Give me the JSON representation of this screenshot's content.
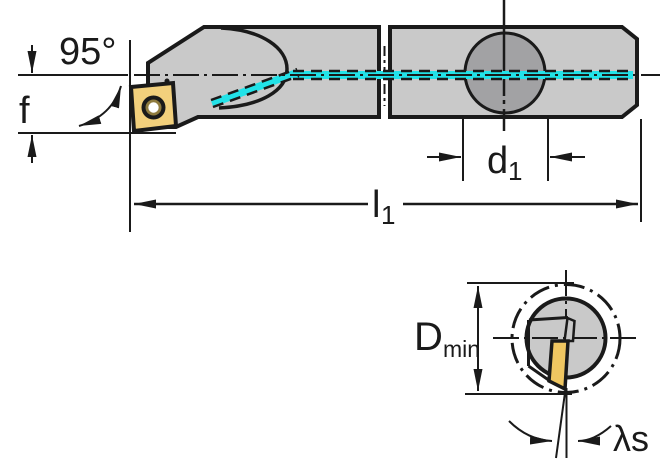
{
  "colors": {
    "line": "#1a1a1a",
    "body": "#c9c9c9",
    "cross_section": "#a2a2a4",
    "insert_side": "#f2d07c",
    "insert_end": "#efc661",
    "insert_hole_ring": "#8f7b3e",
    "insert_hole_center": "#ffffff",
    "coolant": "#22e2e8"
  },
  "labels": {
    "approach_angle": "95°",
    "feed_offset": "f",
    "shank_diameter_base": "d",
    "shank_diameter_sub": "1",
    "overall_length_base": "l",
    "overall_length_sub": "1",
    "min_bore_base": "D",
    "min_bore_sub": "min",
    "inclination_angle": "λs"
  }
}
